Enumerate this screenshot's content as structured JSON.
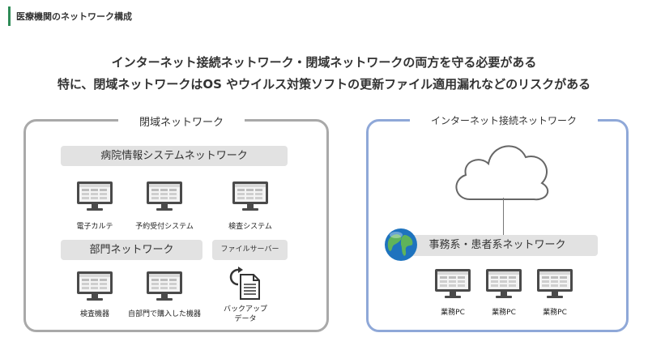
{
  "section_title": "医療機関のネットワーク構成",
  "headline": {
    "line1": "インターネット接続ネットワーク・閉域ネットワークの両方を守る必要がある",
    "line2": "特に、閉域ネットワークはOS やウイルス対策ソフトの更新ファイル適用漏れなどのリスクがある"
  },
  "closed_network": {
    "title": "閉域ネットワーク",
    "hospital_system": {
      "label": "病院情報システムネットワーク",
      "devices": [
        "電子カルテ",
        "予約受付システム",
        "検査システム"
      ]
    },
    "department": {
      "label": "部門ネットワーク",
      "devices": [
        "検査機器",
        "自部門で購入した機器"
      ]
    },
    "file_server": {
      "label": "ファイルサーバー",
      "backup_line1": "バックアップ",
      "backup_line2": "データ"
    }
  },
  "internet_network": {
    "title": "インターネット接続ネットワーク",
    "office": {
      "label": "事務系・患者系ネットワーク",
      "devices": [
        "業務PC",
        "業務PC",
        "業務PC"
      ]
    }
  },
  "colors": {
    "accent": "#2e8b57",
    "closed_border": "#a9a9a9",
    "internet_border": "#8fa8d8",
    "bar": "#e2e2e2",
    "monitor": "#4a4a4a"
  },
  "icons": {
    "device": "computer-monitor-icon",
    "cloud": "cloud-icon",
    "globe": "globe-icon",
    "backup": "document-backup-icon"
  }
}
